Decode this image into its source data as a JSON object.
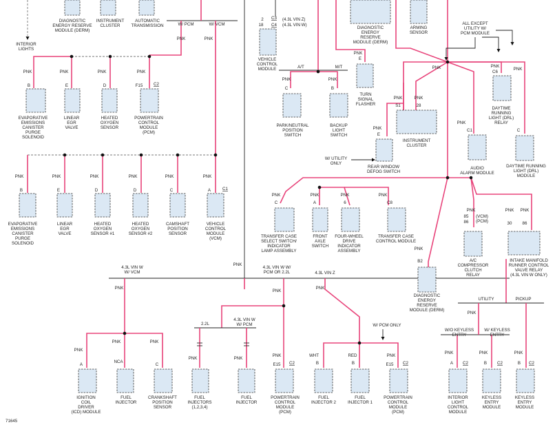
{
  "diagram_id": "71645",
  "top_labels": {
    "derm_top": [
      "DIAGNOSTIC",
      "ENERGY RESERVE",
      "MODULE (DERM)"
    ],
    "cluster_top": [
      "INSTRUMENT",
      "CLUSTER"
    ],
    "trans_top": [
      "AUTOMATIC",
      "TRANSMISSION"
    ],
    "interior_lights": [
      "INTERIOR",
      "LIGHTS"
    ],
    "w_pcm": "W/ PCM",
    "w_vcm": "W/ VCM",
    "vcm_pins": {
      "p2": "2",
      "p18": "18",
      "c3": "C3",
      "c4": "C4",
      "vin_z": "(4.3L VIN Z)",
      "vin_w": "(4.3L VIN W)"
    },
    "vcm_top": [
      "VEHICLE",
      "CONTROL",
      "MODULE"
    ],
    "derm_top2": [
      "DIAGNOSTIC",
      "ENERGY",
      "RESERVE",
      "MODULE (DERM)"
    ],
    "arming": [
      "ARMING",
      "SENSOR"
    ],
    "all_except": [
      "ALL EXCEPT",
      "UTILITY W/",
      "PCM MODULE"
    ]
  },
  "wire_labels": {
    "pnk": "PNK",
    "wht": "WHT",
    "red": "RED"
  },
  "connector_labels": {
    "b": "B",
    "e": "E",
    "d": "D",
    "f15": "F15",
    "c2": "C2",
    "c": "C",
    "a": "A",
    "c1": "C1",
    "c6": "C6",
    "c8": "C8",
    "s1": "S1",
    "p28": "28",
    "p6": "6",
    "p85": "85",
    "p86": "86",
    "p30": "30",
    "b2": "B2",
    "e15": "E15",
    "nca": "NCA"
  },
  "row1": {
    "evap": [
      "EVAPORATIVE",
      "EMISSIONS",
      "CANISTER",
      "PURGE",
      "SOLENOID"
    ],
    "egr": [
      "LINEAR",
      "EGR",
      "VALVE"
    ],
    "o2": [
      "HEATED",
      "OXYGEN",
      "SENSOR"
    ],
    "pcm": [
      "POWERTRAIN",
      "CONTROL",
      "MODULE",
      "(PCM)"
    ]
  },
  "row2": {
    "evap": [
      "EVAPORATIVE",
      "EMISSIONS",
      "CANISTER",
      "PURGE",
      "SOLENOID"
    ],
    "egr": [
      "LINEAR",
      "EGR",
      "VALVE"
    ],
    "o2_1": [
      "HEATED",
      "OXYGEN",
      "SENSOR #1"
    ],
    "o2_2": [
      "HEATED",
      "OXYGEN",
      "SENSOR #2"
    ],
    "cam": [
      "CAMSHAFT",
      "POSITION",
      "SENSOR"
    ],
    "vcm": [
      "VEHICLE",
      "CONTROL",
      "MODULE",
      "(VCM)"
    ]
  },
  "middle": {
    "at": "A/T",
    "mt": "M/T",
    "pnp": [
      "PARK/NEUTRAL",
      "POSITION",
      "SWITCH"
    ],
    "backup": [
      "BACKUP",
      "LIGHT",
      "SWITCH"
    ],
    "flasher": [
      "TURN",
      "SIGNAL",
      "FLASHER"
    ],
    "w_utility_only": [
      "W/ UTILITY",
      "ONLY"
    ],
    "defog": [
      "REAR WINDOW",
      "DEFOG SWITCH"
    ],
    "cluster": [
      "INSTRUMENT",
      "CLUSTER"
    ],
    "drl_relay": [
      "DAYTIME",
      "RUNNING",
      "LIGHT (DRL)",
      "RELAY"
    ],
    "audio": [
      "AUDIO",
      "ALARM MODULE"
    ],
    "drl_module": [
      "DAYTIME RUNNING",
      "LIGHT (DRL)",
      "MODULE"
    ]
  },
  "tcase": {
    "select": [
      "TRANSFER CASE",
      "SELECT SWITCH/",
      "INDICATOR",
      "LAMP ASSEMBLY"
    ],
    "front_axle": [
      "FRONT",
      "AXLE",
      "SWITCH"
    ],
    "fwd": [
      "FOUR-WHEEL",
      "DRIVE",
      "INDICATOR",
      "ASSEMBLY"
    ],
    "tccm": [
      "TRANSFER CASE",
      "CONTROL MODULE"
    ]
  },
  "right_mid": {
    "vcm_pcm": [
      "(VCM)",
      "(PCM)"
    ],
    "ac": [
      "A/C",
      "COMPRESSOR",
      "CLUTCH",
      "RELAY"
    ],
    "manifold": [
      "INTAKE MANIFOLD",
      "RUNNER CONTROL",
      "VALVE RELAY",
      "(4.3L VIN W ONLY)"
    ]
  },
  "bottom": {
    "sec1": [
      "4.3L VIN W",
      "W/ VCM"
    ],
    "sec2": [
      "4.3L VIN W W/",
      "PCM OR 2.2L"
    ],
    "sec3": "4.3L VIN Z",
    "l22": "2.2L",
    "l43w": [
      "4.3L VIN W",
      "W/ PCM"
    ],
    "w_pcm_only": "W/ PCM ONLY",
    "icd": [
      "IGNITION",
      "COIL",
      "DRIVER",
      "(ICD) MODULE"
    ],
    "inj": [
      "FUEL",
      "INJECTOR"
    ],
    "crank": [
      "CRANKSHAFT",
      "POSITION",
      "SENSOR"
    ],
    "inj134": [
      "FUEL",
      "INJECTORS",
      "(1,2,3,4)"
    ],
    "inj_b": [
      "FUEL",
      "INJECTOR"
    ],
    "pcm_a": [
      "POWERTRAIN",
      "CONTROL",
      "MODULE",
      "(PCM)"
    ],
    "inj2": [
      "FUEL",
      "INJECTOR 2"
    ],
    "inj1": [
      "FUEL",
      "INJECTOR 1"
    ],
    "pcm_b": [
      "POWERTRAIN",
      "CONTROL",
      "MODULE",
      "(PCM)"
    ]
  },
  "bottom_right": {
    "derm": [
      "DIAGNOSTIC",
      "ENERGY",
      "RESERVE",
      "MODULE (DERM)"
    ],
    "utility": "UTILITY",
    "pickup": "PICKUP",
    "wo_keyless": [
      "W/O KEYLESS",
      "ENTRY"
    ],
    "w_keyless": [
      "W/ KEYLESS",
      "ENTRY"
    ],
    "ilcm": [
      "INTERIOR",
      "LIGHT",
      "CONTROL",
      "MODULE"
    ],
    "kecm": [
      "KEYLESS",
      "ENTRY",
      "MODULE"
    ],
    "kem": [
      "KEYLESS",
      "ENTRY",
      "MODULE"
    ]
  }
}
